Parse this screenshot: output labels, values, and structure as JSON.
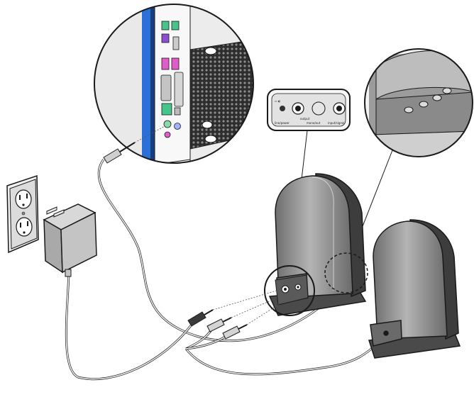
{
  "diagram": {
    "colors": {
      "speaker_body": "#8d8d8d",
      "speaker_highlight": "#bdbdbd",
      "speaker_dark": "#3c3c3c",
      "pc_panel_blue": "#2c6fd6",
      "port_green": "#47c48a",
      "port_magenta": "#e05cc6",
      "outlet_plate": "#e7e7e7",
      "adapter_body": "#b9b9b9",
      "line": "#1a1a1a",
      "cable": "#9a9a9a"
    },
    "panel_labels": {
      "jack_left": "▭ ◐",
      "output_group": "output",
      "label_a": "line/power",
      "label_b": "mono/out",
      "label_c": "input/signal"
    },
    "icons": [
      "wall-outlet-icon",
      "power-adapter-icon",
      "pc-rear-panel-icon",
      "speaker-icon",
      "audio-plug-icon"
    ]
  }
}
